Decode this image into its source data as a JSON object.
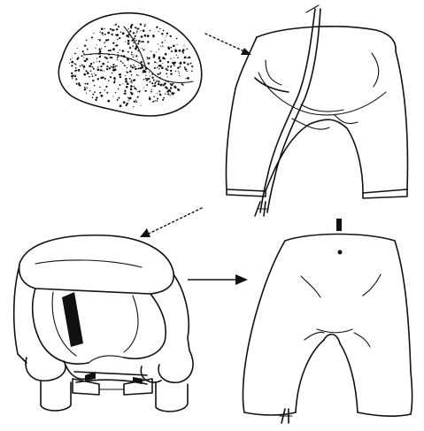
{
  "figure": {
    "panels": [
      {
        "id": "stone",
        "icon": "stone-icon"
      },
      {
        "id": "mould-with-strings",
        "icon": "mould-with-strings-icon"
      },
      {
        "id": "filled-mould",
        "icon": "filled-mould-icon"
      },
      {
        "id": "finished-form",
        "icon": "finished-form-icon"
      }
    ],
    "arrows": [
      {
        "from": "stone",
        "to": "mould-with-strings",
        "style": "dotted"
      },
      {
        "from": "mould-with-strings",
        "to": "filled-mould",
        "style": "dotted"
      },
      {
        "from": "filled-mould",
        "to": "finished-form",
        "style": "solid"
      }
    ],
    "colors": {
      "ink": "#111111",
      "background": "#ffffff"
    }
  }
}
